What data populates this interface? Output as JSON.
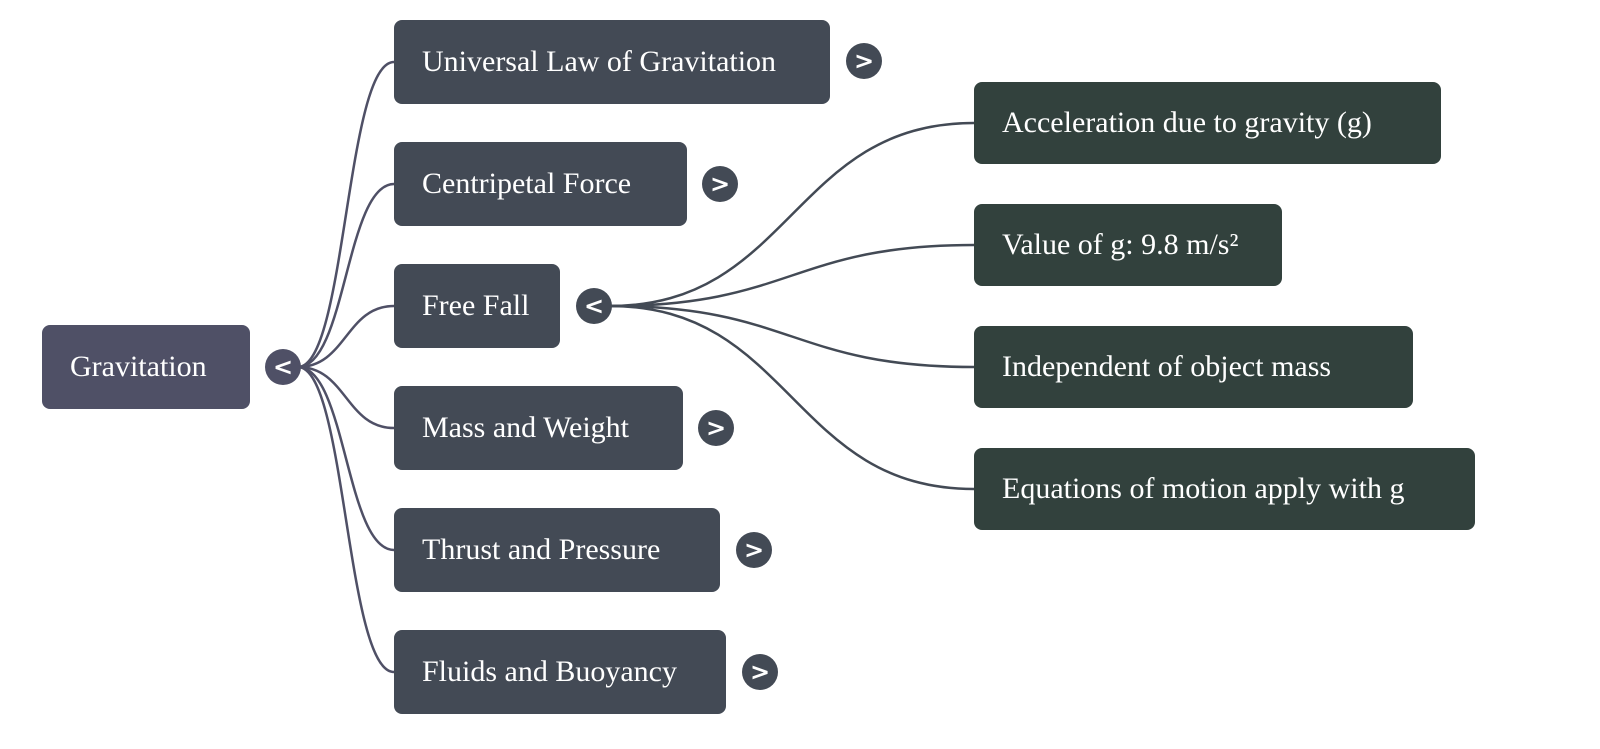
{
  "mindmap": {
    "root": {
      "label": "Gravitation",
      "toggle": "<",
      "expanded": true,
      "color": "#4f5066"
    },
    "children": [
      {
        "label": "Universal Law of Gravitation",
        "toggle": ">",
        "expanded": false
      },
      {
        "label": "Centripetal Force",
        "toggle": ">",
        "expanded": false
      },
      {
        "label": "Free Fall",
        "toggle": "<",
        "expanded": true,
        "children": [
          {
            "label": "Acceleration due to gravity (g)"
          },
          {
            "label": "Value of g: 9.8 m/s²"
          },
          {
            "label": "Independent of object mass"
          },
          {
            "label": "Equations of motion apply with g"
          }
        ]
      },
      {
        "label": "Mass and Weight",
        "toggle": ">",
        "expanded": false
      },
      {
        "label": "Thrust and Pressure",
        "toggle": ">",
        "expanded": false
      },
      {
        "label": "Fluids and Buoyancy",
        "toggle": ">",
        "expanded": false
      }
    ],
    "colors": {
      "root": "#4f5066",
      "level1": "#434a55",
      "level2": "#32413d",
      "link_root": "#4f5066",
      "link_l1": "#434a55"
    }
  }
}
